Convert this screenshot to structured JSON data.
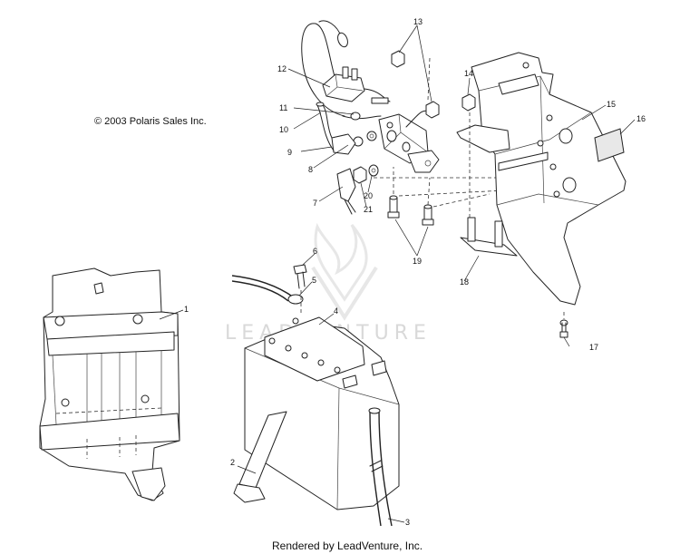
{
  "copyright": "© 2003 Polaris Sales Inc.",
  "footer": "Rendered by LeadVenture, Inc.",
  "watermark": {
    "wordmark": "LEADVENTURE",
    "color": "#d9d9d9"
  },
  "callouts": {
    "c1": "1",
    "c2": "2",
    "c3": "3",
    "c4": "4",
    "c5": "5",
    "c6": "6",
    "c7": "7",
    "c8": "8",
    "c9": "9",
    "c10": "10",
    "c11": "11",
    "c12": "12",
    "c13": "13",
    "c14": "14",
    "c15": "15",
    "c16": "16",
    "c17": "17",
    "c18": "18",
    "c19": "19",
    "c20": "20",
    "c21": "21"
  }
}
